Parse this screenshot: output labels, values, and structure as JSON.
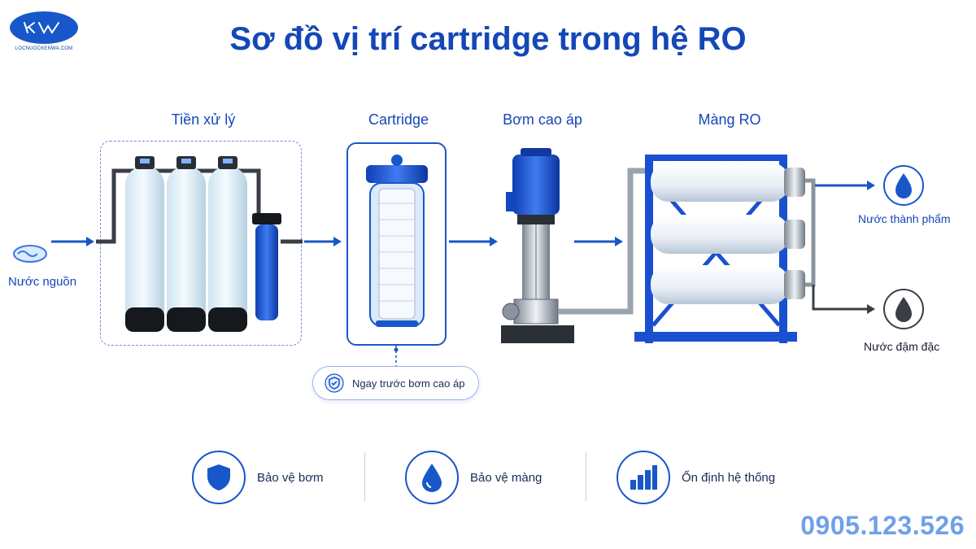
{
  "logo": {
    "text": "LOCNUOCKENWA.COM",
    "mark": "KW"
  },
  "title": "Sơ đồ vị trí cartridge trong hệ RO",
  "stages": {
    "pretreatment": "Tiền xử lý",
    "cartridge": "Cartridge",
    "pump": "Bơm cao áp",
    "membrane": "Màng RO"
  },
  "source_label": "Nước nguồn",
  "outputs": {
    "product": "Nước thành phẩm",
    "concentrate": "Nước đậm đặc"
  },
  "note": "Ngay trước bơm cao áp",
  "features": [
    {
      "label": "Bảo vệ bơm",
      "icon": "shield-icon"
    },
    {
      "label": "Bảo vệ màng",
      "icon": "water-drop-icon"
    },
    {
      "label": "Ổn định hệ thống",
      "icon": "bar-chart-icon"
    }
  ],
  "phone": "0905.123.526",
  "colors": {
    "primary": "#1447b8",
    "accent": "#1757c9",
    "phone": "#6fa0ea",
    "dark": "#1a1a2e"
  }
}
